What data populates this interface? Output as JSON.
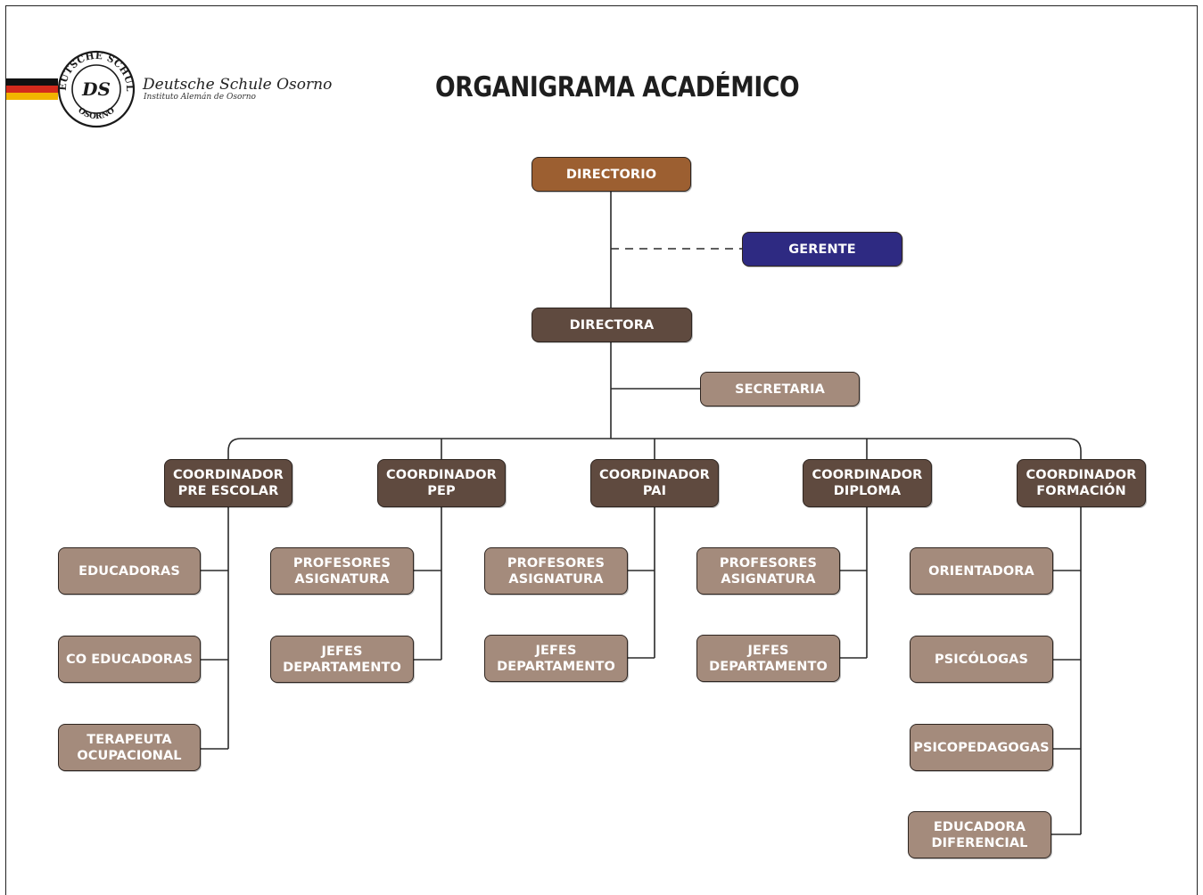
{
  "header": {
    "school_name": "Deutsche Schule Osorno",
    "school_subtitle": "Instituto Alemán de Osorno",
    "seal_text_top": "DEUTSCHE SCHULE",
    "seal_text_bottom": "OSORNO",
    "seal_monogram": "DS",
    "title": "ORGANIGRAMA ACADÉMICO"
  },
  "colors": {
    "directorio": "#9c5f31",
    "gerente": "#2e2a82",
    "dark_node": "#5f4a3f",
    "light_node": "#a48b7c",
    "flag_black": "#111111",
    "flag_red": "#d42a1c",
    "flag_gold": "#f2b400"
  },
  "nodes": {
    "directorio": "DIRECTORIO",
    "gerente": "GERENTE",
    "directora": "DIRECTORA",
    "secretaria": "SECRETARIA"
  },
  "coordinators": [
    {
      "line1": "COORDINADOR",
      "line2": "PRE ESCOLAR",
      "children": [
        {
          "line1": "EDUCADORAS",
          "line2": ""
        },
        {
          "line1": "CO EDUCADORAS",
          "line2": ""
        },
        {
          "line1": "TERAPEUTA",
          "line2": "OCUPACIONAL"
        }
      ]
    },
    {
      "line1": "COORDINADOR",
      "line2": "PEP",
      "children": [
        {
          "line1": "PROFESORES",
          "line2": "ASIGNATURA"
        },
        {
          "line1": "JEFES",
          "line2": "DEPARTAMENTO"
        }
      ]
    },
    {
      "line1": "COORDINADOR",
      "line2": "PAI",
      "children": [
        {
          "line1": "PROFESORES",
          "line2": "ASIGNATURA"
        },
        {
          "line1": "JEFES",
          "line2": "DEPARTAMENTO"
        }
      ]
    },
    {
      "line1": "COORDINADOR",
      "line2": "DIPLOMA",
      "children": [
        {
          "line1": "PROFESORES",
          "line2": "ASIGNATURA"
        },
        {
          "line1": "JEFES",
          "line2": "DEPARTAMENTO"
        }
      ]
    },
    {
      "line1": "COORDINADOR",
      "line2": "FORMACIÓN",
      "children": [
        {
          "line1": "ORIENTADORA",
          "line2": ""
        },
        {
          "line1": "PSICÓLOGAS",
          "line2": ""
        },
        {
          "line1": "PSICOPEDAGOGAS",
          "line2": ""
        },
        {
          "line1": "EDUCADORA",
          "line2": "DIFERENCIAL"
        }
      ]
    }
  ]
}
